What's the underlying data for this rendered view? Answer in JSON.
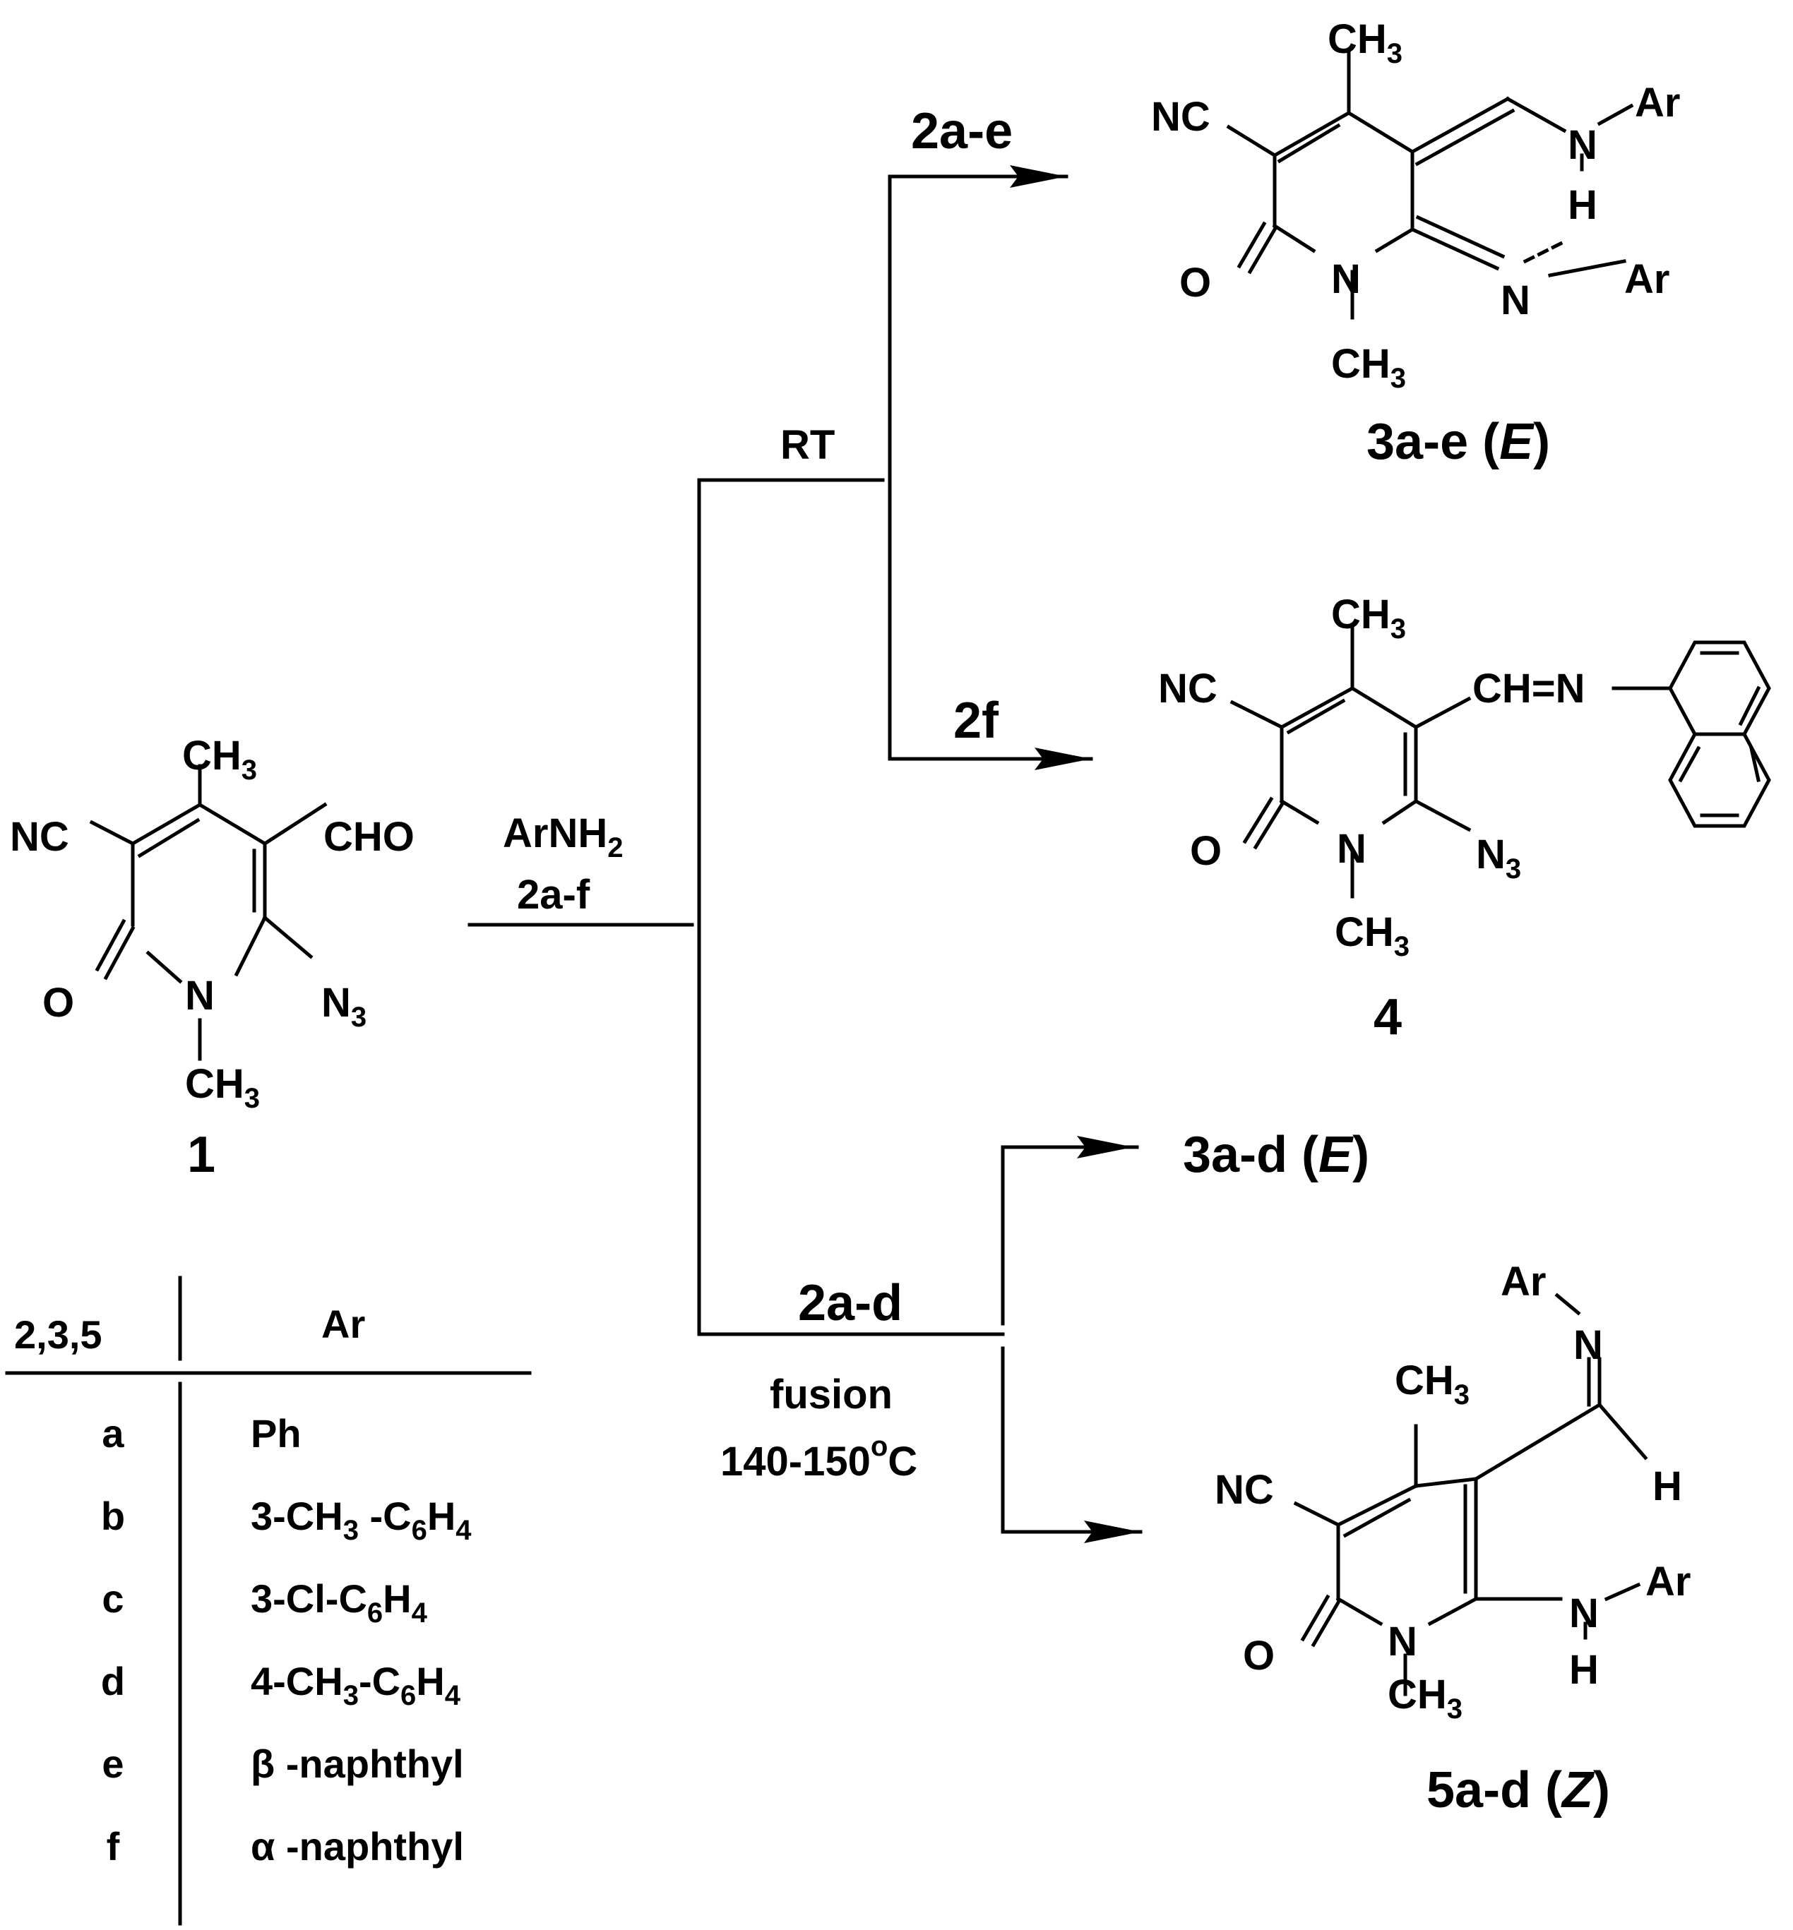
{
  "compound_1": {
    "ch3": "CH",
    "ch3_sub": "3",
    "nc": "NC",
    "cho": "CHO",
    "o": "O",
    "n": "N",
    "n3": "N",
    "n3_sub": "3",
    "nch3": "CH",
    "nch3_sub": "3",
    "number": "1"
  },
  "compound_3ae": {
    "ch3": "CH",
    "ch3_sub": "3",
    "nc": "NC",
    "o": "O",
    "n_ring": "N",
    "nch3": "CH",
    "nch3_sub": "3",
    "nh_n": "N",
    "nh_h": "H",
    "ar_top": "Ar",
    "imine_n": "N",
    "ar_bottom": "Ar",
    "label_prefix": "3a-e (",
    "label_italic": "E",
    "label_suffix": ")"
  },
  "compound_4": {
    "ch3": "CH",
    "ch3_sub": "3",
    "nc": "NC",
    "chn": "CH=N",
    "o": "O",
    "n": "N",
    "n3": "N",
    "n3_sub": "3",
    "nch3": "CH",
    "nch3_sub": "3",
    "number": "4"
  },
  "compound_5": {
    "ar_top": "Ar",
    "n_top": "N",
    "ch3": "CH",
    "ch3_sub": "3",
    "nc": "NC",
    "h": "H",
    "o": "O",
    "n_ring": "N",
    "nh_n": "N",
    "ar": "Ar",
    "nh_h": "H",
    "nch3": "CH",
    "nch3_sub": "3",
    "label_prefix": "5a-d (",
    "label_italic": "Z",
    "label_suffix": ")"
  },
  "product_3ad": {
    "prefix": "3a-d (",
    "italic": "E",
    "suffix": ")"
  },
  "conditions": {
    "reagent_main": "ArNH",
    "reagent_main_sub": "2",
    "reagent_range": "2a-f",
    "rt": "RT",
    "to_3ae": "2a-e",
    "to_4": "2f",
    "fusion_reagent": "2a-d",
    "fusion": "fusion",
    "temperature_pre": "140-150",
    "temperature_sup": "o",
    "temperature_post": "C"
  },
  "ar_table": {
    "header_index": "2,3,5",
    "header_ar": "Ar",
    "rows": [
      {
        "id": "a",
        "ar": [
          {
            "t": "Ph"
          }
        ]
      },
      {
        "id": "b",
        "ar": [
          {
            "t": "3-CH"
          },
          {
            "s": "3"
          },
          {
            "t": " -C"
          },
          {
            "s": "6"
          },
          {
            "t": "H"
          },
          {
            "s": "4"
          }
        ]
      },
      {
        "id": "c",
        "ar": [
          {
            "t": "3-Cl-C"
          },
          {
            "s": "6"
          },
          {
            "t": "H"
          },
          {
            "s": "4"
          }
        ]
      },
      {
        "id": "d",
        "ar": [
          {
            "t": "4-CH"
          },
          {
            "s": "3"
          },
          {
            "t": "-C"
          },
          {
            "s": "6"
          },
          {
            "t": "H"
          },
          {
            "s": "4"
          }
        ]
      },
      {
        "id": "e",
        "ar": [
          {
            "t": "β -naphthyl"
          }
        ]
      },
      {
        "id": "f",
        "ar": [
          {
            "t": "α -naphthyl"
          }
        ]
      }
    ]
  }
}
